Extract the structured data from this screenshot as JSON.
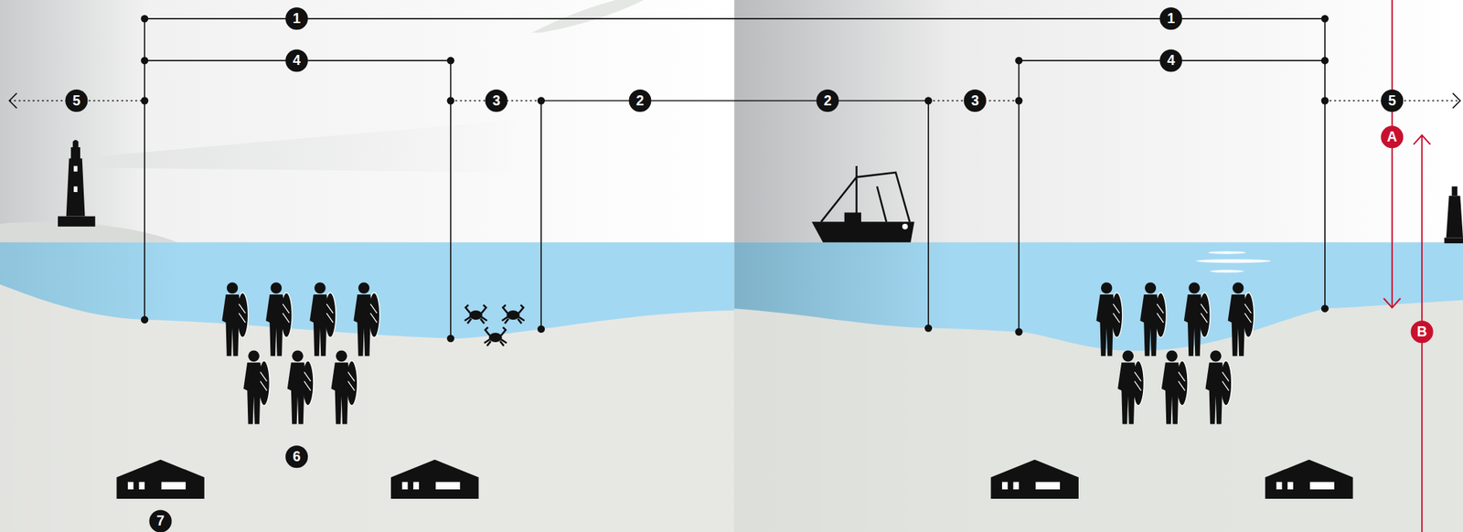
{
  "diagram": {
    "labels": [
      "1",
      "1",
      "4",
      "4",
      "5",
      "3",
      "2",
      "2",
      "3",
      "5",
      "A",
      "B",
      "6",
      "7"
    ]
  }
}
